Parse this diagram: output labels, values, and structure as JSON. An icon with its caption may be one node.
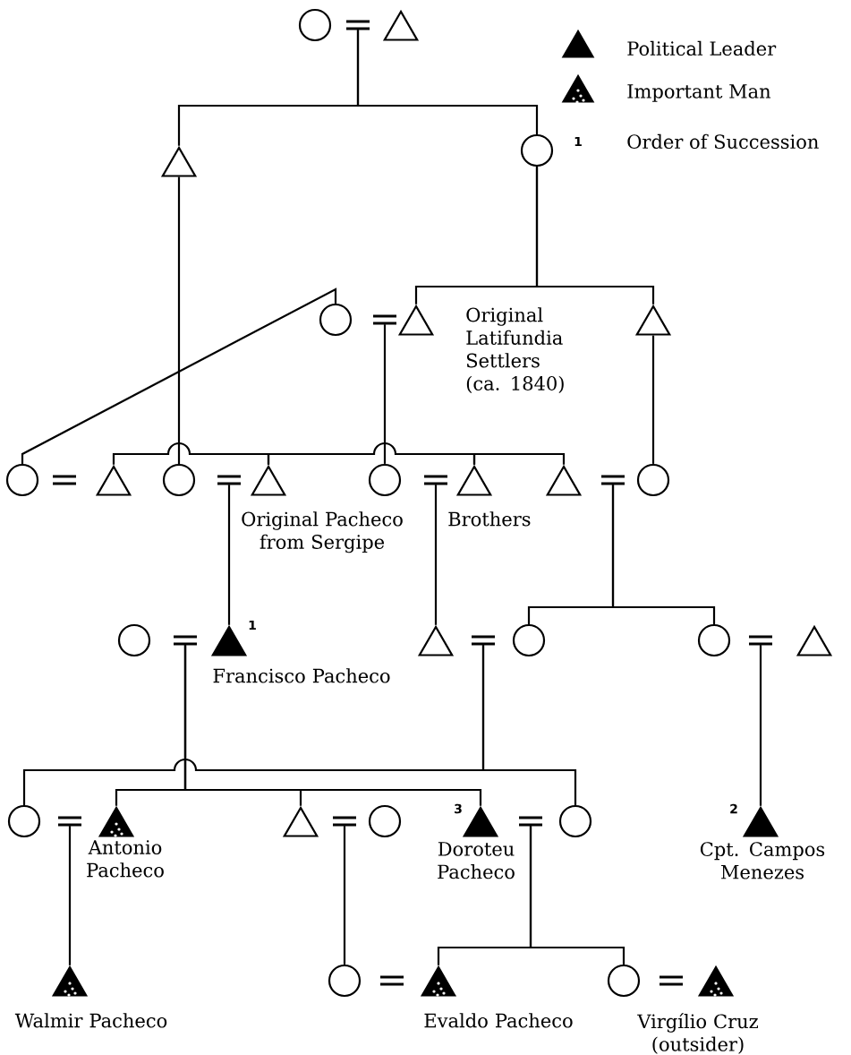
{
  "diagram": {
    "nodes": [
      {
        "text": [],
        "shape": "circle"
      },
      {
        "text": [],
        "shape": "equals"
      },
      {
        "text": [],
        "shape": "triangle"
      },
      {
        "text": [],
        "shape": "triangle"
      },
      {
        "text": [],
        "shape": "circle"
      },
      {
        "text": [],
        "shape": "circle"
      },
      {
        "text": [],
        "shape": "equals"
      },
      {
        "text": [],
        "shape": "triangle"
      },
      {
        "text": [],
        "shape": "triangle"
      },
      {
        "text": [],
        "shape": "circle"
      },
      {
        "text": [],
        "shape": "equals"
      },
      {
        "text": [],
        "shape": "triangle"
      },
      {
        "text": [],
        "shape": "circle"
      },
      {
        "text": [],
        "shape": "equals"
      },
      {
        "text": [],
        "shape": "triangle"
      },
      {
        "text": [],
        "shape": "circle"
      },
      {
        "text": [],
        "shape": "equals"
      },
      {
        "text": [],
        "shape": "triangle"
      },
      {
        "text": [],
        "shape": "triangle"
      },
      {
        "text": [],
        "shape": "equals"
      },
      {
        "text": [],
        "shape": "circle"
      },
      {
        "text": [],
        "shape": "circle"
      },
      {
        "text": [],
        "shape": "equals"
      },
      {
        "text": [],
        "shape": "filled-triangle",
        "beside": [
          "Francisco Pacheco"
        ]
      },
      {
        "text": [],
        "shape": "triangle"
      },
      {
        "text": [],
        "shape": "equals"
      },
      {
        "text": [],
        "shape": "circle"
      },
      {
        "text": [],
        "shape": "circle"
      },
      {
        "text": [],
        "shape": "equals"
      },
      {
        "text": [],
        "shape": "triangle"
      },
      {
        "text": [],
        "shape": "circle"
      },
      {
        "text": [],
        "shape": "equals"
      },
      {
        "text": [],
        "shape": "dotted-triangle",
        "beside": [
          "Antonio Pacheco"
        ]
      },
      {
        "text": [],
        "shape": "triangle"
      },
      {
        "text": [],
        "shape": "equals"
      },
      {
        "text": [],
        "shape": "circle"
      },
      {
        "text": [],
        "shape": "filled-triangle",
        "beside": [
          "Doroteu Pacheco"
        ]
      },
      {
        "text": [],
        "shape": "equals"
      },
      {
        "text": [],
        "shape": "circle"
      },
      {
        "text": [],
        "shape": "filled-triangle",
        "beside": [
          "Cpt. Campos Menezes"
        ]
      },
      {
        "text": [],
        "shape": "dotted-triangle",
        "beside": [
          "Walmir Pacheco"
        ]
      },
      {
        "text": [],
        "shape": "circle"
      },
      {
        "text": [],
        "shape": "equals"
      },
      {
        "text": [],
        "shape": "dotted-triangle",
        "beside": [
          "Evaldo Pacheco"
        ]
      },
      {
        "text": [],
        "shape": "circle"
      },
      {
        "text": [],
        "shape": "equals"
      },
      {
        "text": [],
        "shape": "dotted-triangle",
        "beside": [
          "Virgílio Cruz (outsider)"
        ]
      }
    ],
    "edges": [
      {
        "from": 1,
        "to": 3,
        "arrow": "none"
      },
      {
        "from": 1,
        "to": 4,
        "arrow": "none"
      },
      {
        "from": 3,
        "to": 12,
        "arrow": "none"
      },
      {
        "from": 4,
        "to": 7,
        "arrow": "none"
      },
      {
        "from": 4,
        "to": 8,
        "arrow": "none"
      },
      {
        "from": 5,
        "to": 9,
        "arrow": "none"
      },
      {
        "from": 6,
        "to": 15,
        "arrow": "none"
      },
      {
        "from": 8,
        "to": 20,
        "arrow": "none"
      },
      {
        "from": 11,
        "to": 14,
        "arrow": "none"
      },
      {
        "from": 14,
        "to": 17,
        "arrow": "none"
      },
      {
        "from": 17,
        "to": 18,
        "arrow": "none"
      },
      {
        "from": 13,
        "to": 23,
        "arrow": "none"
      },
      {
        "from": 16,
        "to": 24,
        "arrow": "none"
      },
      {
        "from": 19,
        "to": 26,
        "arrow": "none"
      },
      {
        "from": 19,
        "to": 27,
        "arrow": "none"
      },
      {
        "from": 22,
        "to": 32,
        "arrow": "none"
      },
      {
        "from": 22,
        "to": 33,
        "arrow": "none"
      },
      {
        "from": 22,
        "to": 36,
        "arrow": "none"
      },
      {
        "from": 25,
        "to": 30,
        "arrow": "none"
      },
      {
        "from": 25,
        "to": 38,
        "arrow": "none"
      },
      {
        "from": 28,
        "to": 39,
        "arrow": "none"
      },
      {
        "from": 31,
        "to": 40,
        "arrow": "none"
      },
      {
        "from": 34,
        "to": 41,
        "arrow": "none"
      },
      {
        "from": 37,
        "to": 43,
        "arrow": "none"
      },
      {
        "from": 37,
        "to": 44,
        "arrow": "none"
      }
    ],
    "labels": [
      "1",
      "Original Latifundia Settlers (ca. 1840)",
      "Original Pacheco from Sergipe",
      "Brothers",
      "1",
      "3",
      "2"
    ],
    "legend": [
      {
        "text": "Political Leader"
      },
      {
        "text": "Important Man"
      },
      {
        "text": "Order of Succession"
      }
    ]
  }
}
